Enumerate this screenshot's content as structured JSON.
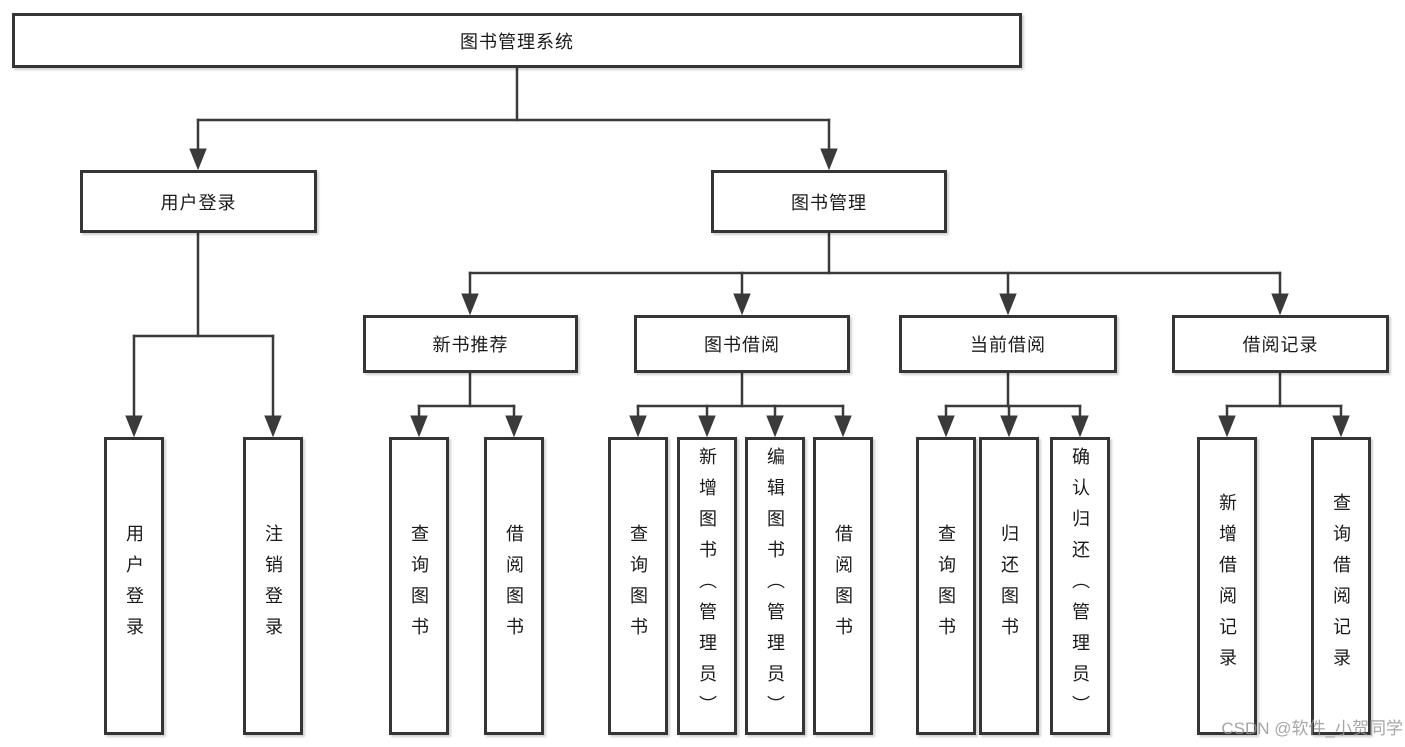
{
  "tree": {
    "root": {
      "label": "图书管理系统"
    },
    "branches": [
      {
        "label": "用户登录",
        "children": [
          {
            "label": "用户登录"
          },
          {
            "label": "注销登录"
          }
        ]
      },
      {
        "label": "图书管理",
        "children": [
          {
            "label": "新书推荐",
            "children": [
              {
                "label": "查询图书"
              },
              {
                "label": "借阅图书"
              }
            ]
          },
          {
            "label": "图书借阅",
            "children": [
              {
                "label": "查询图书"
              },
              {
                "label": "新增图书（管理员）"
              },
              {
                "label": "编辑图书（管理员）"
              },
              {
                "label": "借阅图书"
              }
            ]
          },
          {
            "label": "当前借阅",
            "children": [
              {
                "label": "查询图书"
              },
              {
                "label": "归还图书"
              },
              {
                "label": "确认归还（管理员）"
              }
            ]
          },
          {
            "label": "借阅记录",
            "children": [
              {
                "label": "新增借阅记录"
              },
              {
                "label": "查询借阅记录"
              }
            ]
          }
        ]
      }
    ]
  },
  "watermark": "CSDN @软件_小贺同学",
  "colors": {
    "line": "#3a3a3a",
    "box_border": "#353535",
    "text": "#1a1a1a",
    "watermark": "#969696",
    "background": "#ffffff"
  }
}
